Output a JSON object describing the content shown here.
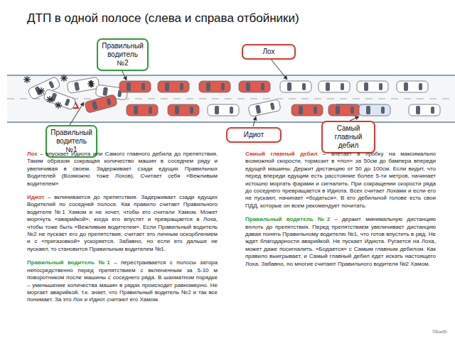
{
  "diagram": {
    "title": "ДТП в одной полосе (слева и справа отбойники)",
    "nodes": [
      {
        "text": [
          "Правильный водитель №2"
        ]
      },
      {
        "text": [
          "Лох"
        ]
      },
      {
        "text": [
          "Правильный водитель №1"
        ]
      },
      {
        "text": [
          "Идиот"
        ]
      },
      {
        "text": [
          "Самый главный дебил"
        ]
      }
    ],
    "labels": [
      "Лох",
      "– впускает Идиота или Самого главного дебила до препятствия. Таким образом сокращая количество машин в соседнем ряду и увеличивая в своем. Задерживает сзади едущих Правильных Водителей (Возможно тоже Лохов). Считает себя «Вежливым водителем»",
      "Идиот",
      "– вклинивается до препятствия. Задерживает сзади едущих Водителей по соседней полосе. Как правило считает Правильного водителя №1 Хамом и не хочет, чтобы его считали Хамом. Может моргнуть «аварийкой», когда его впустят и превращается в Лоха, чтобы тоже быть «Вежливым водителем». Если Правильный водитель №2 не пускает его до препятствия, считает это личным оскорблением и с «пригазовкой» ускоряется. Забавно, но если его дальше не пускают, то становится Правильным водителем №1.",
      "Правильный водитель №1",
      "– перестраивается с полосы затора непосредственно перед препятствием с включенным за 5-10 м поворотником после машины с соседнего ряда. В шахматном порядке – уменьшение количества машин в рядах происходит равномерно. Не моргает аварийкой, т.к. знает, что Правильный водитель №2 и так все понимает. За это Лох и Идиот считают его Хамом.",
      "Самый главный дебил",
      "– влетает в пробку на максимально возможной скорости, тормозит в «пол» за 50см до бампера впереди едущей машины. Держит дистанцию от 50 до 100см. Если видит, что перед впереди едущим есть расстояние более 5-ти метров, начинает истошно моргать фарами и сигналить. При сокращении скорости ряда до соседнего превращается в Идиота. Всех считает Лохами и если его не пускают, начинает «бодаться». В его дебильной голове есть свои ПДД, которые он всем рекомендует почитать.",
      "Правильный водитель №2",
      "– держит минимальную дистанцию вплоть до препятствия. Перед препятствием увеличивает дистанцию давая понять Правильному водителю №1, что готов впустить в ряд. Не ждет благодарности аварийкой. Не пускает Идиота. Ругается на Лоха, может даже посигналить. «Бодается» с Самым главным дебилом. Как правило выигрывает, и Самый главный дебил едет искать настоящего Лоха. Забавно, но многие считают Правильного водителя №2 Хамом.",
      "©Dur/D"
    ]
  }
}
